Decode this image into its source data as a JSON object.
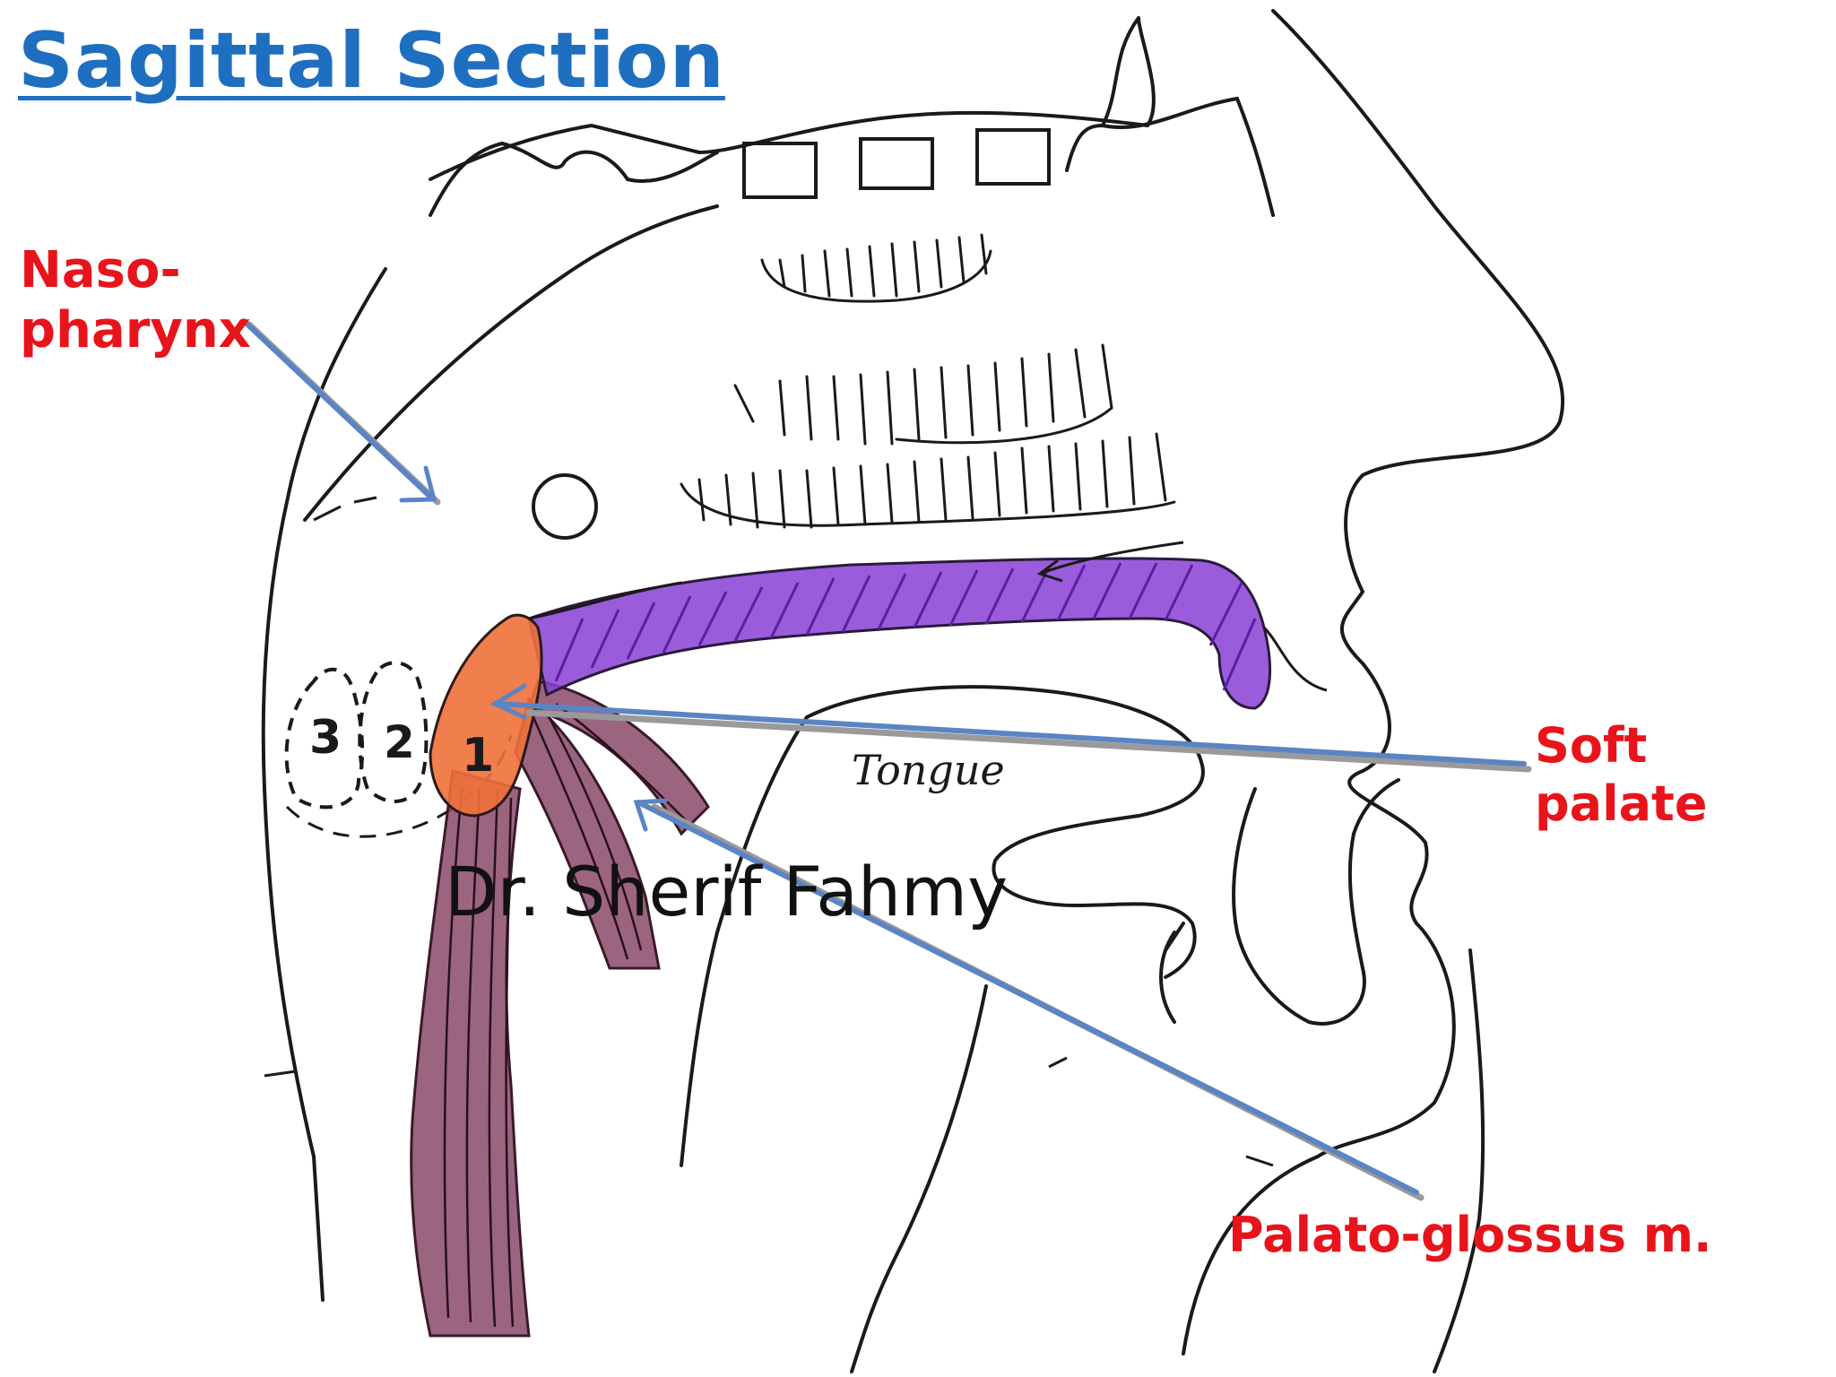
{
  "title": "Sagittal Section",
  "labels": {
    "nasopharynx_line1": "Naso-",
    "nasopharynx_line2": "pharynx",
    "soft_palate_line1": "Soft",
    "soft_palate_line2": "palate",
    "palatoglossus": "Palato-glossus m."
  },
  "sketch_text": {
    "tongue": "Tongue",
    "tonsil_1": "1",
    "tonsil_2": "2",
    "tonsil_3": "3"
  },
  "watermark": "Dr. Sherif Fahmy",
  "colors": {
    "title": "#1f6fc0",
    "label": "#e8141b",
    "soft_palate_fill": "#8a3fd6",
    "tonsil_fill": "#f0703a",
    "muscle_fill": "#8b4a68",
    "pointer_arrow": "#5b84c4"
  }
}
